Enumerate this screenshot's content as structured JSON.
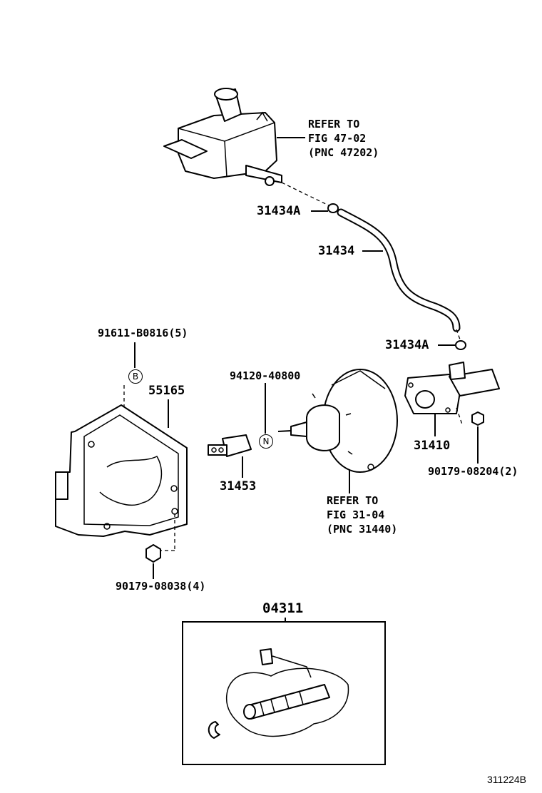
{
  "labels": {
    "reservoir_ref": [
      "REFER TO",
      "FIG 47-02",
      "(PNC 47202)"
    ],
    "clip_upper": "31434A",
    "hose": "31434",
    "clip_lower": "31434A",
    "bolt": "91611-B0816(5)",
    "bolt_symbol": "B",
    "bracket": "55165",
    "switch_part": "94120-40800",
    "switch_symbol": "N",
    "switch": "31453",
    "master_cylinder": "31410",
    "nut_right": "90179-08204(2)",
    "booster_ref": [
      "REFER TO",
      "FIG 31-04",
      "(PNC 31440)"
    ],
    "nut_left": "90179-08038(4)",
    "kit": "04311",
    "figure_code": "311224B"
  }
}
